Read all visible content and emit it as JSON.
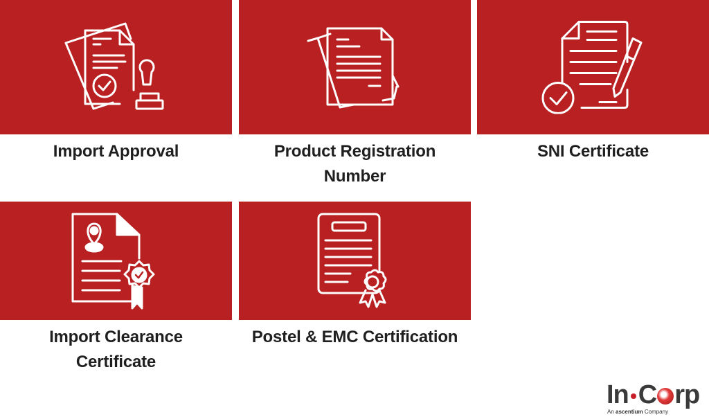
{
  "colors": {
    "panel": "#b82022",
    "text": "#1f1f1f",
    "icon": "#ffffff",
    "brand_red": "#c8202a"
  },
  "cards": [
    {
      "label_line1": "Import Approval",
      "label_line2": "",
      "icon": "documents-stamp-icon"
    },
    {
      "label_line1": "Product Registration",
      "label_line2": "Number",
      "icon": "document-stack-icon"
    },
    {
      "label_line1": "SNI Certificate",
      "label_line2": "",
      "icon": "document-pencil-check-icon"
    },
    {
      "label_line1": "Import Clearance",
      "label_line2": "Certificate",
      "icon": "document-location-badge-icon"
    },
    {
      "label_line1": "Postel & EMC Certification",
      "label_line2": "",
      "icon": "certificate-ribbon-icon"
    }
  ],
  "logo": {
    "part1": "In",
    "part2": "C",
    "part3": "rp",
    "tagline_prefix": "An",
    "tagline_brand": "ascentium",
    "tagline_suffix": "Company"
  }
}
